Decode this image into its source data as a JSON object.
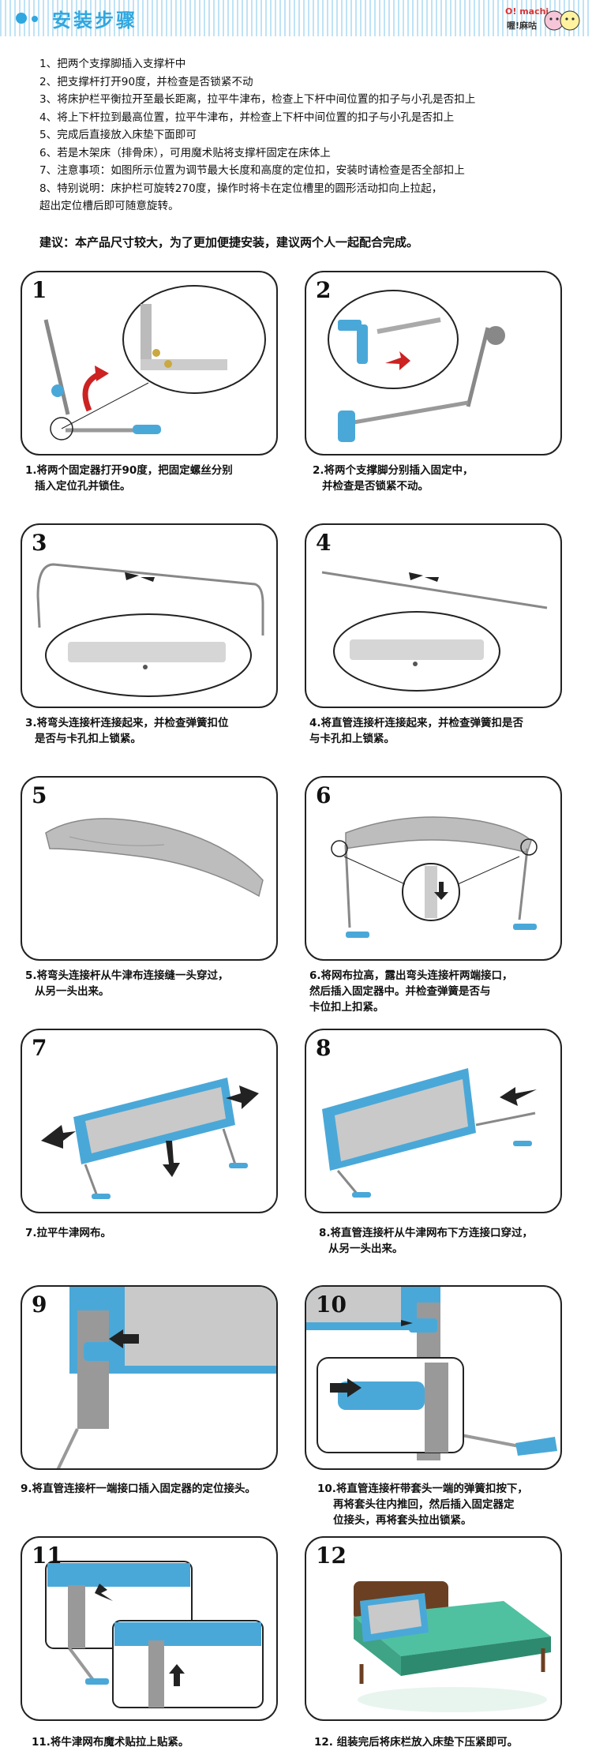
{
  "header": {
    "title": "安装步骤",
    "brand": "O! machi",
    "brand_cn": "喔!麻咕"
  },
  "steps": [
    "1、把两个支撑脚插入支撑杆中",
    "2、把支撑杆打开90度，并检查是否锁紧不动",
    "3、将床护栏平衡拉开至最长距离，拉平牛津布，检查上下杆中间位置的扣子与小孔是否扣上",
    "4、将上下杆拉到最高位置，拉平牛津布，并检查上下杆中间位置的扣子与小孔是否扣上",
    "5、完成后直接放入床垫下面即可",
    "6、若是木架床（排骨床），可用魔术贴将支撑杆固定在床体上",
    "7、注意事项：如图所示位置为调节最大长度和高度的定位扣，安装时请检查是否全部扣上",
    "8、特别说明：床护栏可旋转270度，操作时将卡在定位槽里的圆形活动扣向上拉起，",
    "超出定位槽后即可随意旋转。"
  ],
  "advice": "建议：本产品尺寸较大，为了更加便捷安装，建议两个人一起配合完成。",
  "cards": [
    {
      "num": "1",
      "caption": [
        "1.将两个固定器打开90度，把固定螺丝分别",
        "插入定位孔并锁住。"
      ]
    },
    {
      "num": "2",
      "caption": [
        "2.将两个支撑脚分别插入固定中，",
        "并检查是否锁紧不动。"
      ]
    },
    {
      "num": "3",
      "caption": [
        "3.将弯头连接杆连接起来，并检查弹簧扣位",
        "是否与卡孔扣上锁紧。"
      ]
    },
    {
      "num": "4",
      "caption": [
        "4.将直管连接杆连接起来，并检查弹簧扣是否",
        "与卡孔扣上锁紧。"
      ]
    },
    {
      "num": "5",
      "caption": [
        "5.将弯头连接杆从牛津布连接缝一头穿过，",
        "从另一头出来。"
      ]
    },
    {
      "num": "6",
      "caption": [
        "6.将网布拉高，露出弯头连接杆两端接口，",
        "然后插入固定器中。并检查弹簧是否与",
        "卡位扣上扣紧。"
      ]
    },
    {
      "num": "7",
      "caption": [
        "7.拉平牛津网布。"
      ]
    },
    {
      "num": "8",
      "caption": [
        "8.将直管连接杆从牛津网布下方连接口穿过，",
        "从另一头出来。"
      ]
    },
    {
      "num": "9",
      "caption": [
        "9.将直管连接杆一端接口插入固定器的定位接头。"
      ]
    },
    {
      "num": "10",
      "caption": [
        "10.将直管连接杆带套头一端的弹簧扣按下，",
        "再将套头往内推回，然后插入固定器定",
        "位接头，再将套头拉出锁紧。"
      ]
    },
    {
      "num": "11",
      "caption": [
        "11.将牛津网布魔术贴拉上贴紧。"
      ]
    },
    {
      "num": "12",
      "caption": [
        "12. 组装完后将床栏放入床垫下压紧即可。"
      ]
    }
  ],
  "colors": {
    "accent": "#2fa7e0",
    "part": "#4aa8d8",
    "arrow": "#d22"
  }
}
